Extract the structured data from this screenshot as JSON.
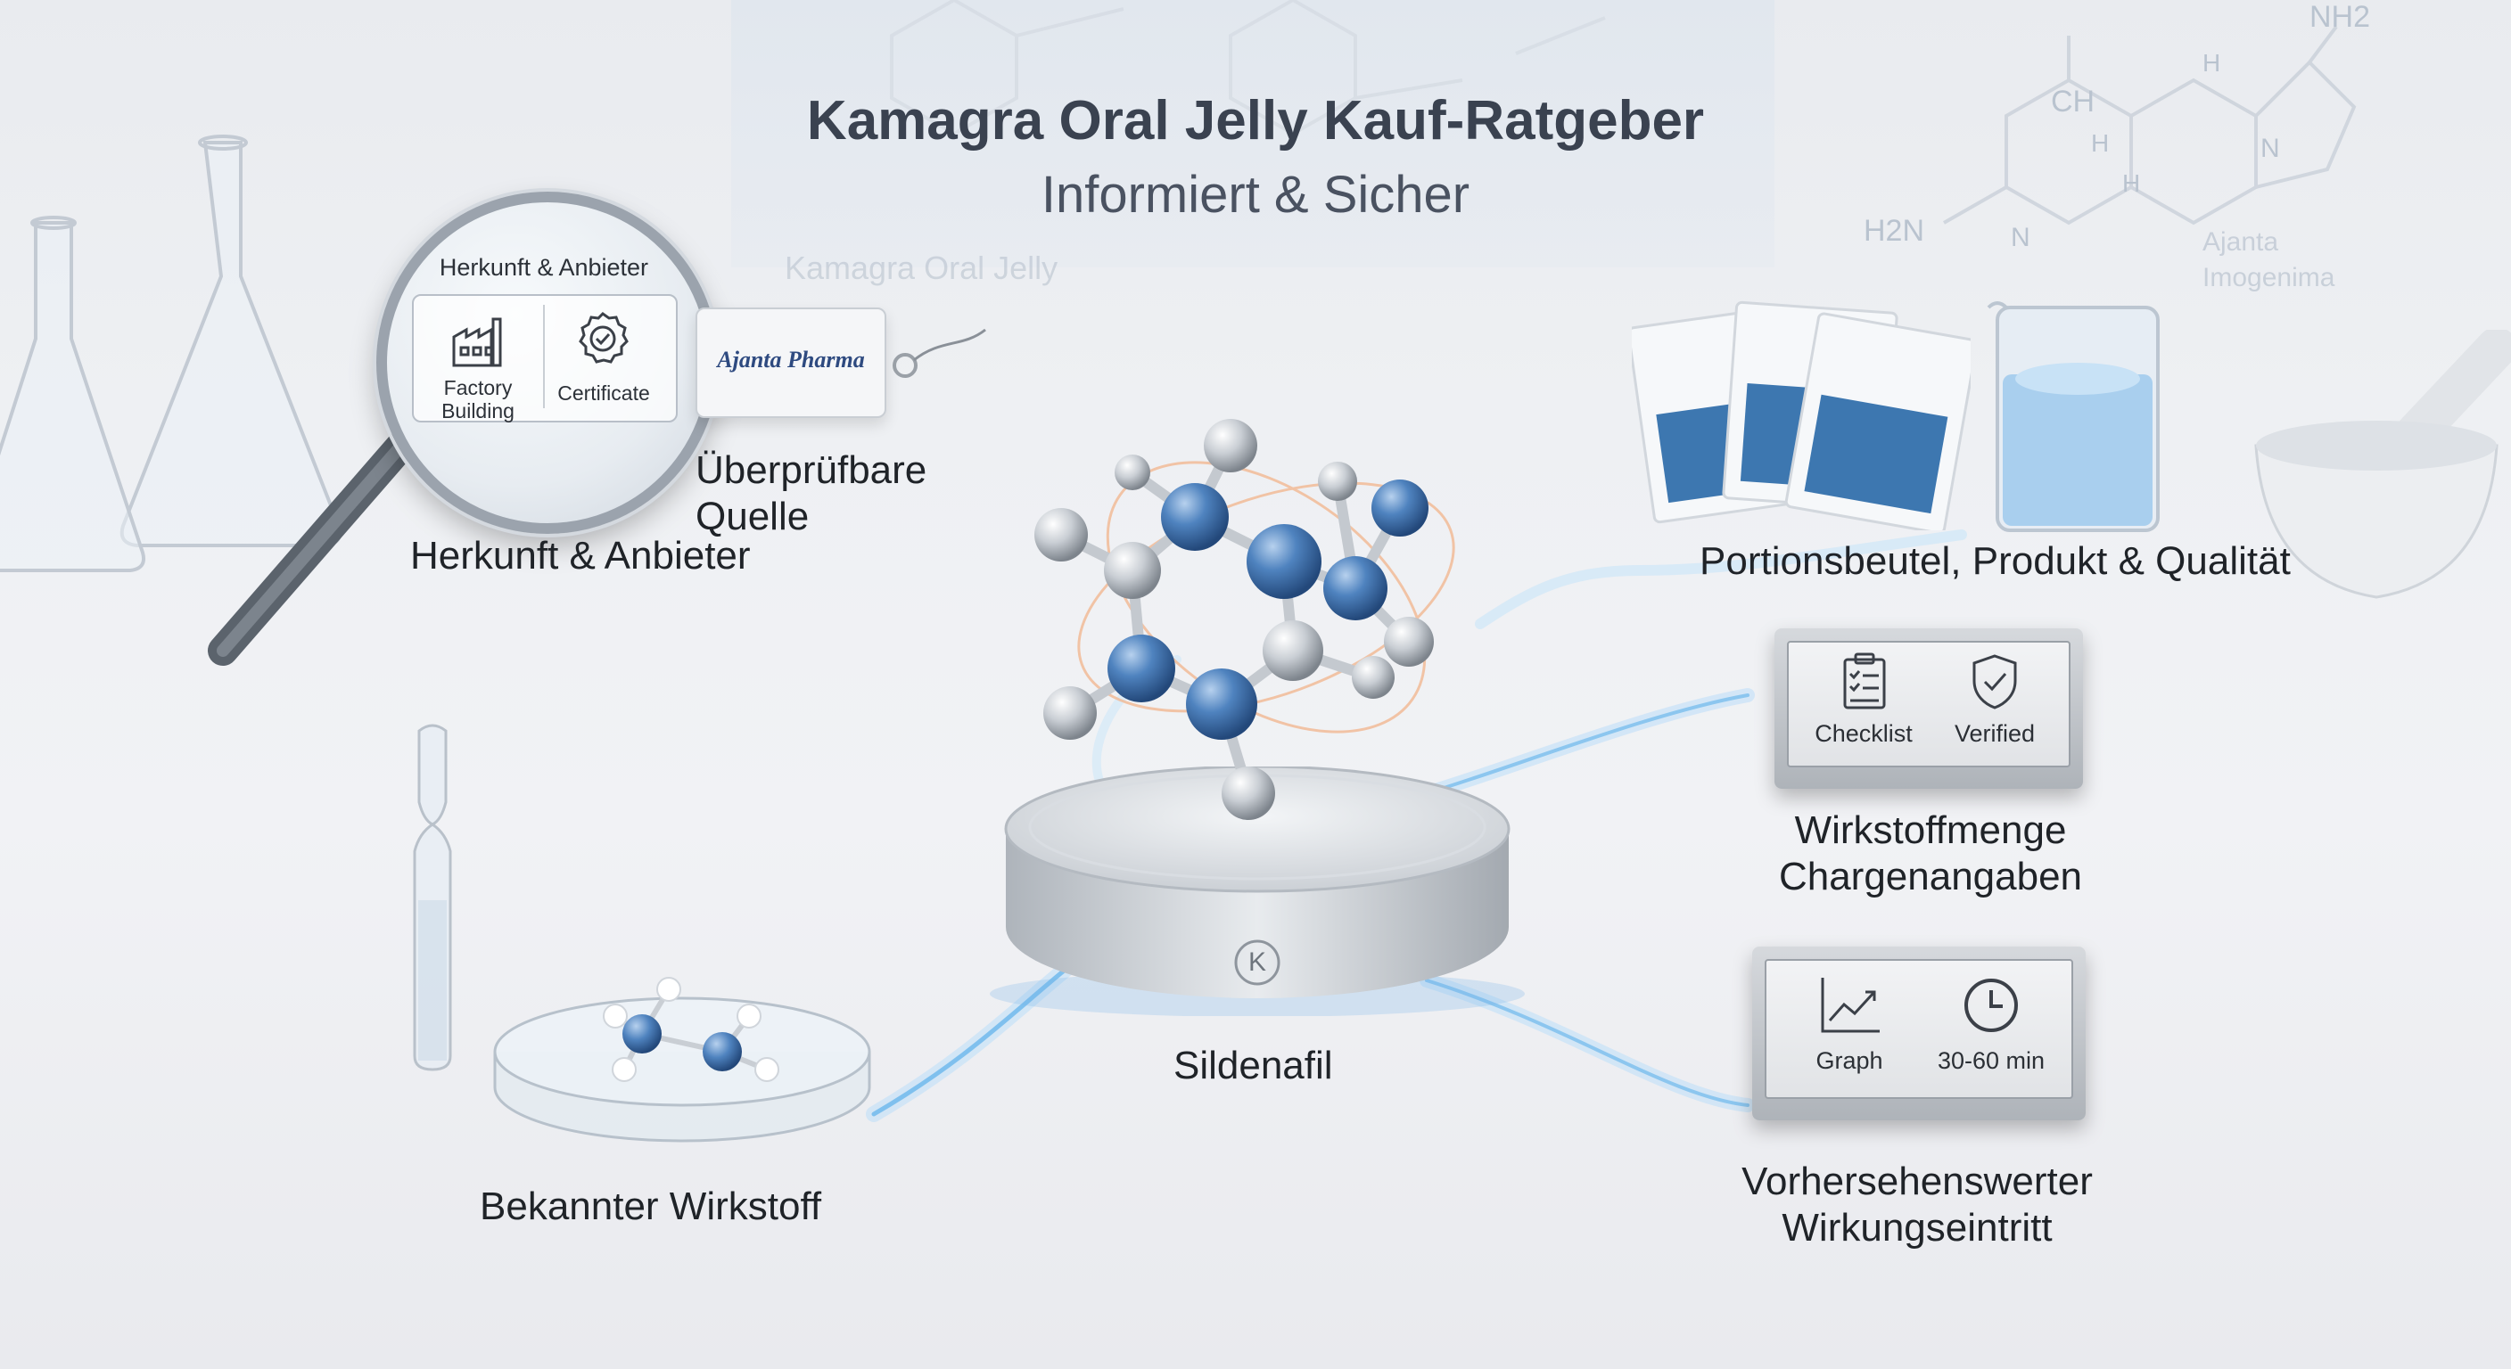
{
  "header": {
    "title": "Kamagra Oral Jelly Kauf-Ratgeber",
    "subtitle": "Informiert & Sicher"
  },
  "background": {
    "faded_text_1": "Kamagra Oral Jelly",
    "faded_text_2": "Ajanta",
    "faded_text_3": "Imogenima",
    "chem_labels": [
      "CH",
      "NH2",
      "H2N",
      "N",
      "N",
      "H",
      "H",
      "H"
    ]
  },
  "magnifier": {
    "heading": "Herkunft & Anbieter",
    "factory_label": "Factory Building",
    "certificate_label": "Certificate"
  },
  "tag": {
    "brand": "Ajanta Pharma"
  },
  "labels": {
    "source": "Überprüfbare Quelle",
    "origin": "Herkunft & Anbieter",
    "sachets": "Portionsbeutel, Produkt & Qualität",
    "dosage": "Wirkstoffmenge Chargenangaben",
    "center": "Sildenafil",
    "known": "Bekannter Wirkstoff",
    "onset": "Vorhersehenswerter Wirkungseintritt"
  },
  "plaque1": {
    "checklist": "Checklist",
    "verified": "Verified"
  },
  "plaque2": {
    "graph": "Graph",
    "time": "30-60 min"
  },
  "pedestal": {
    "logo": "K"
  },
  "colors": {
    "accent_blue": "#3f79b5",
    "glow": "#9fd0f2",
    "metal": "#c9ced4"
  }
}
